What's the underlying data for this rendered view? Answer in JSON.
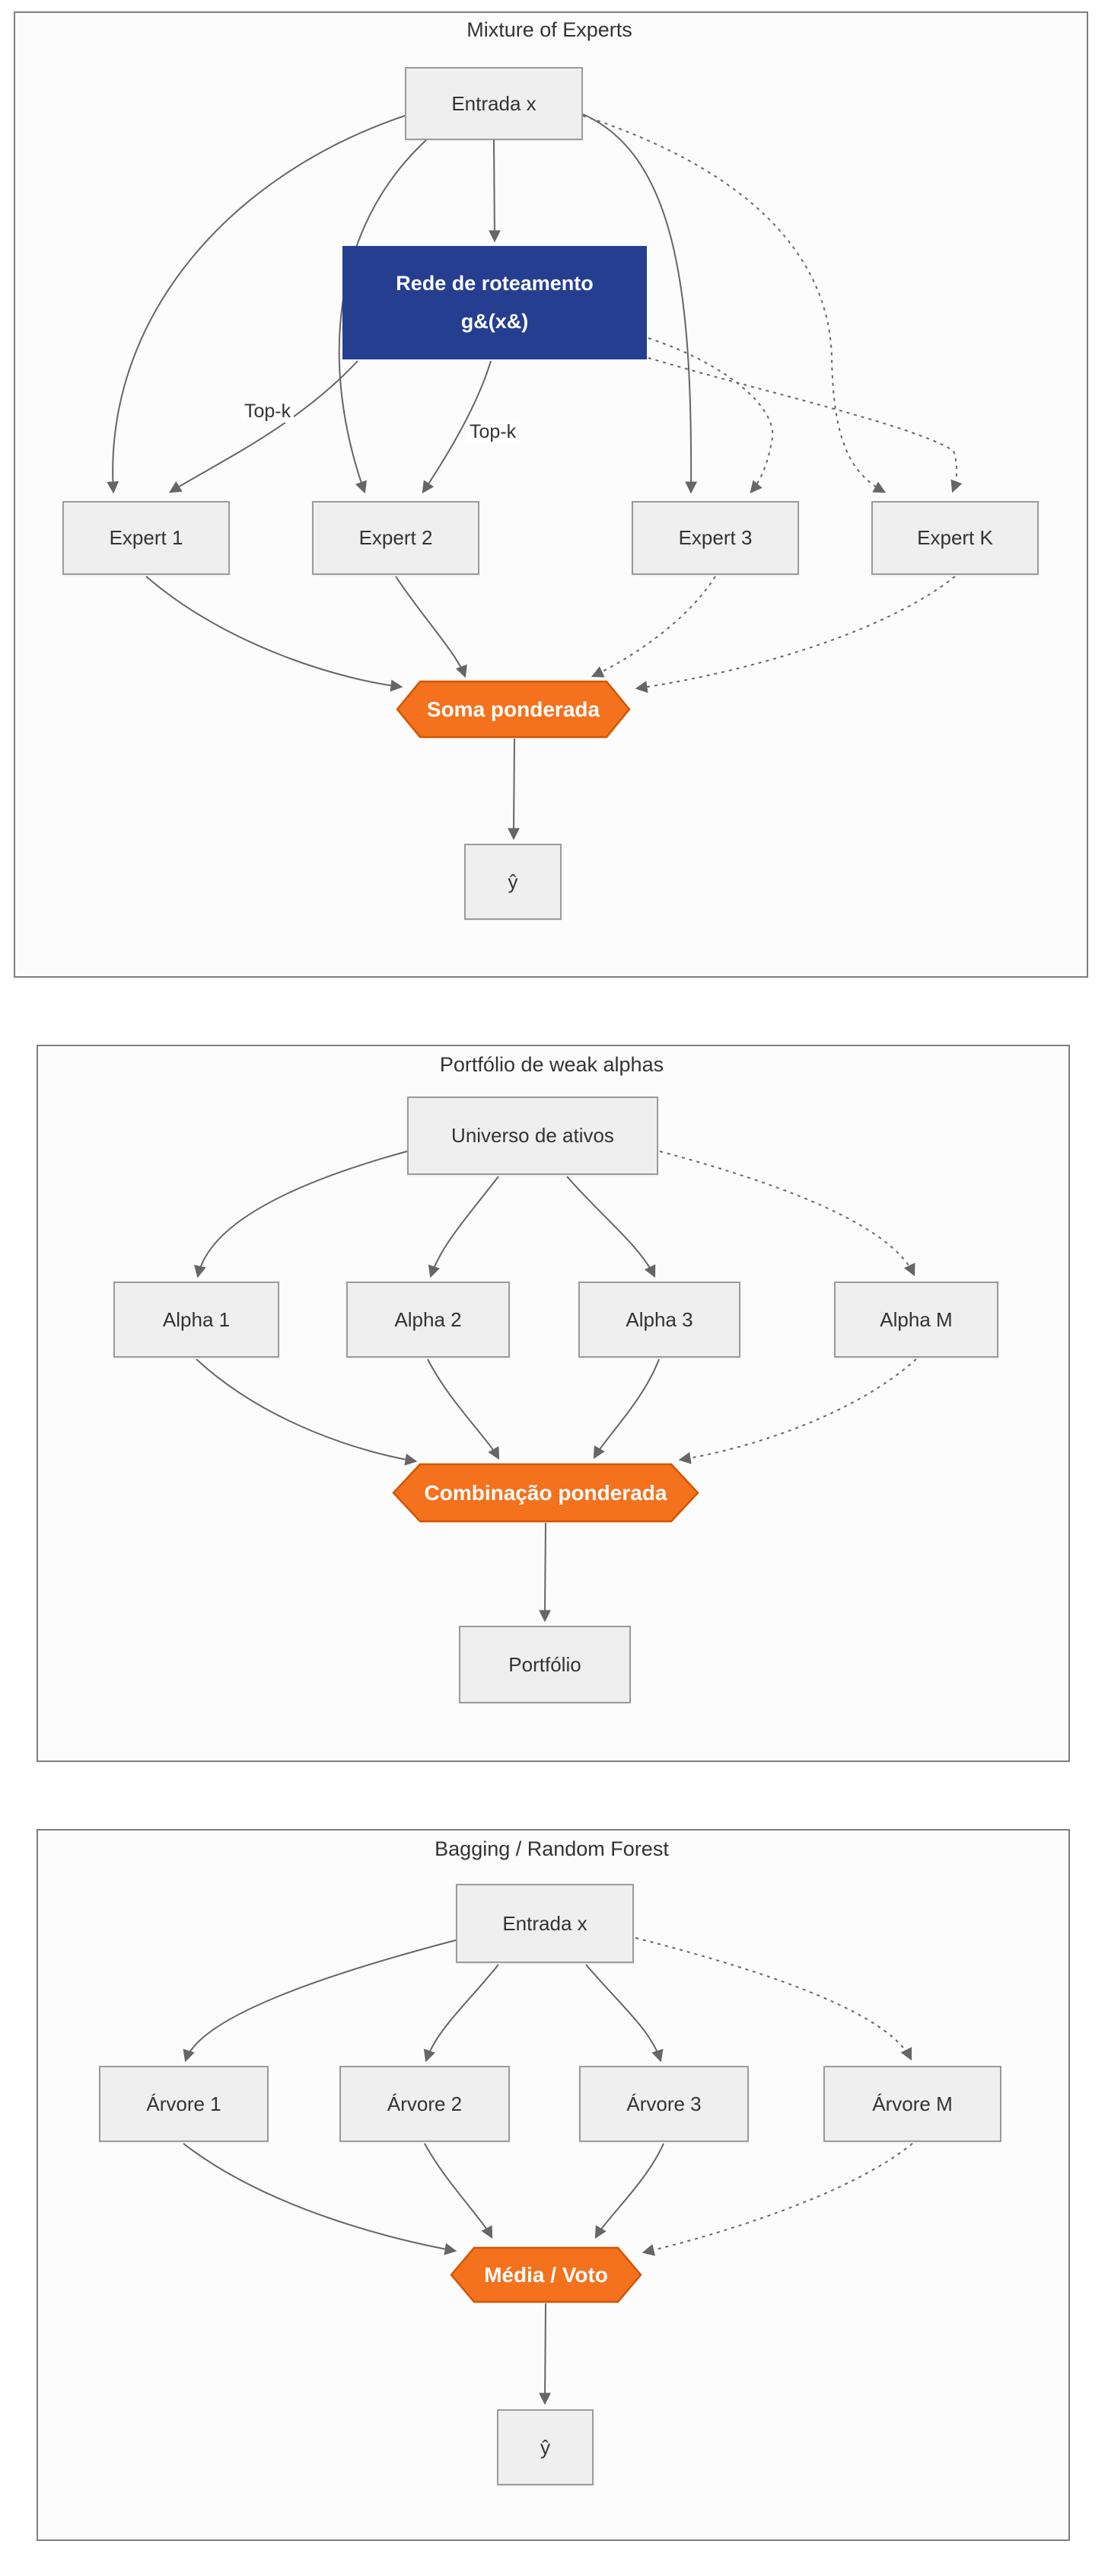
{
  "diagram1": {
    "title": "Mixture of Experts",
    "input": "Entrada x",
    "router_line1": "Rede de roteamento",
    "router_line2": "g&(x&)",
    "topk_label_1": "Top-k",
    "topk_label_2": "Top-k",
    "experts": [
      "Expert 1",
      "Expert 2",
      "Expert 3",
      "Expert K"
    ],
    "combiner": "Soma ponderada",
    "output": "ŷ"
  },
  "diagram2": {
    "title": "Portfólio de weak alphas",
    "input": "Universo de ativos",
    "experts": [
      "Alpha 1",
      "Alpha 2",
      "Alpha 3",
      "Alpha M"
    ],
    "combiner": "Combinação ponderada",
    "output": "Portfólio"
  },
  "diagram3": {
    "title": "Bagging / Random Forest",
    "input": "Entrada x",
    "experts": [
      "Árvore 1",
      "Árvore 2",
      "Árvore 3",
      "Árvore M"
    ],
    "combiner": "Média / Voto",
    "output": "ŷ"
  },
  "colors": {
    "router_fill": "#253e90",
    "combiner_fill": "#f4711e",
    "combiner_border": "#d45500",
    "node_fill": "#efefef",
    "node_border": "#9b9b9b",
    "edge": "#666666",
    "panel_border": "#7f7f7f"
  }
}
